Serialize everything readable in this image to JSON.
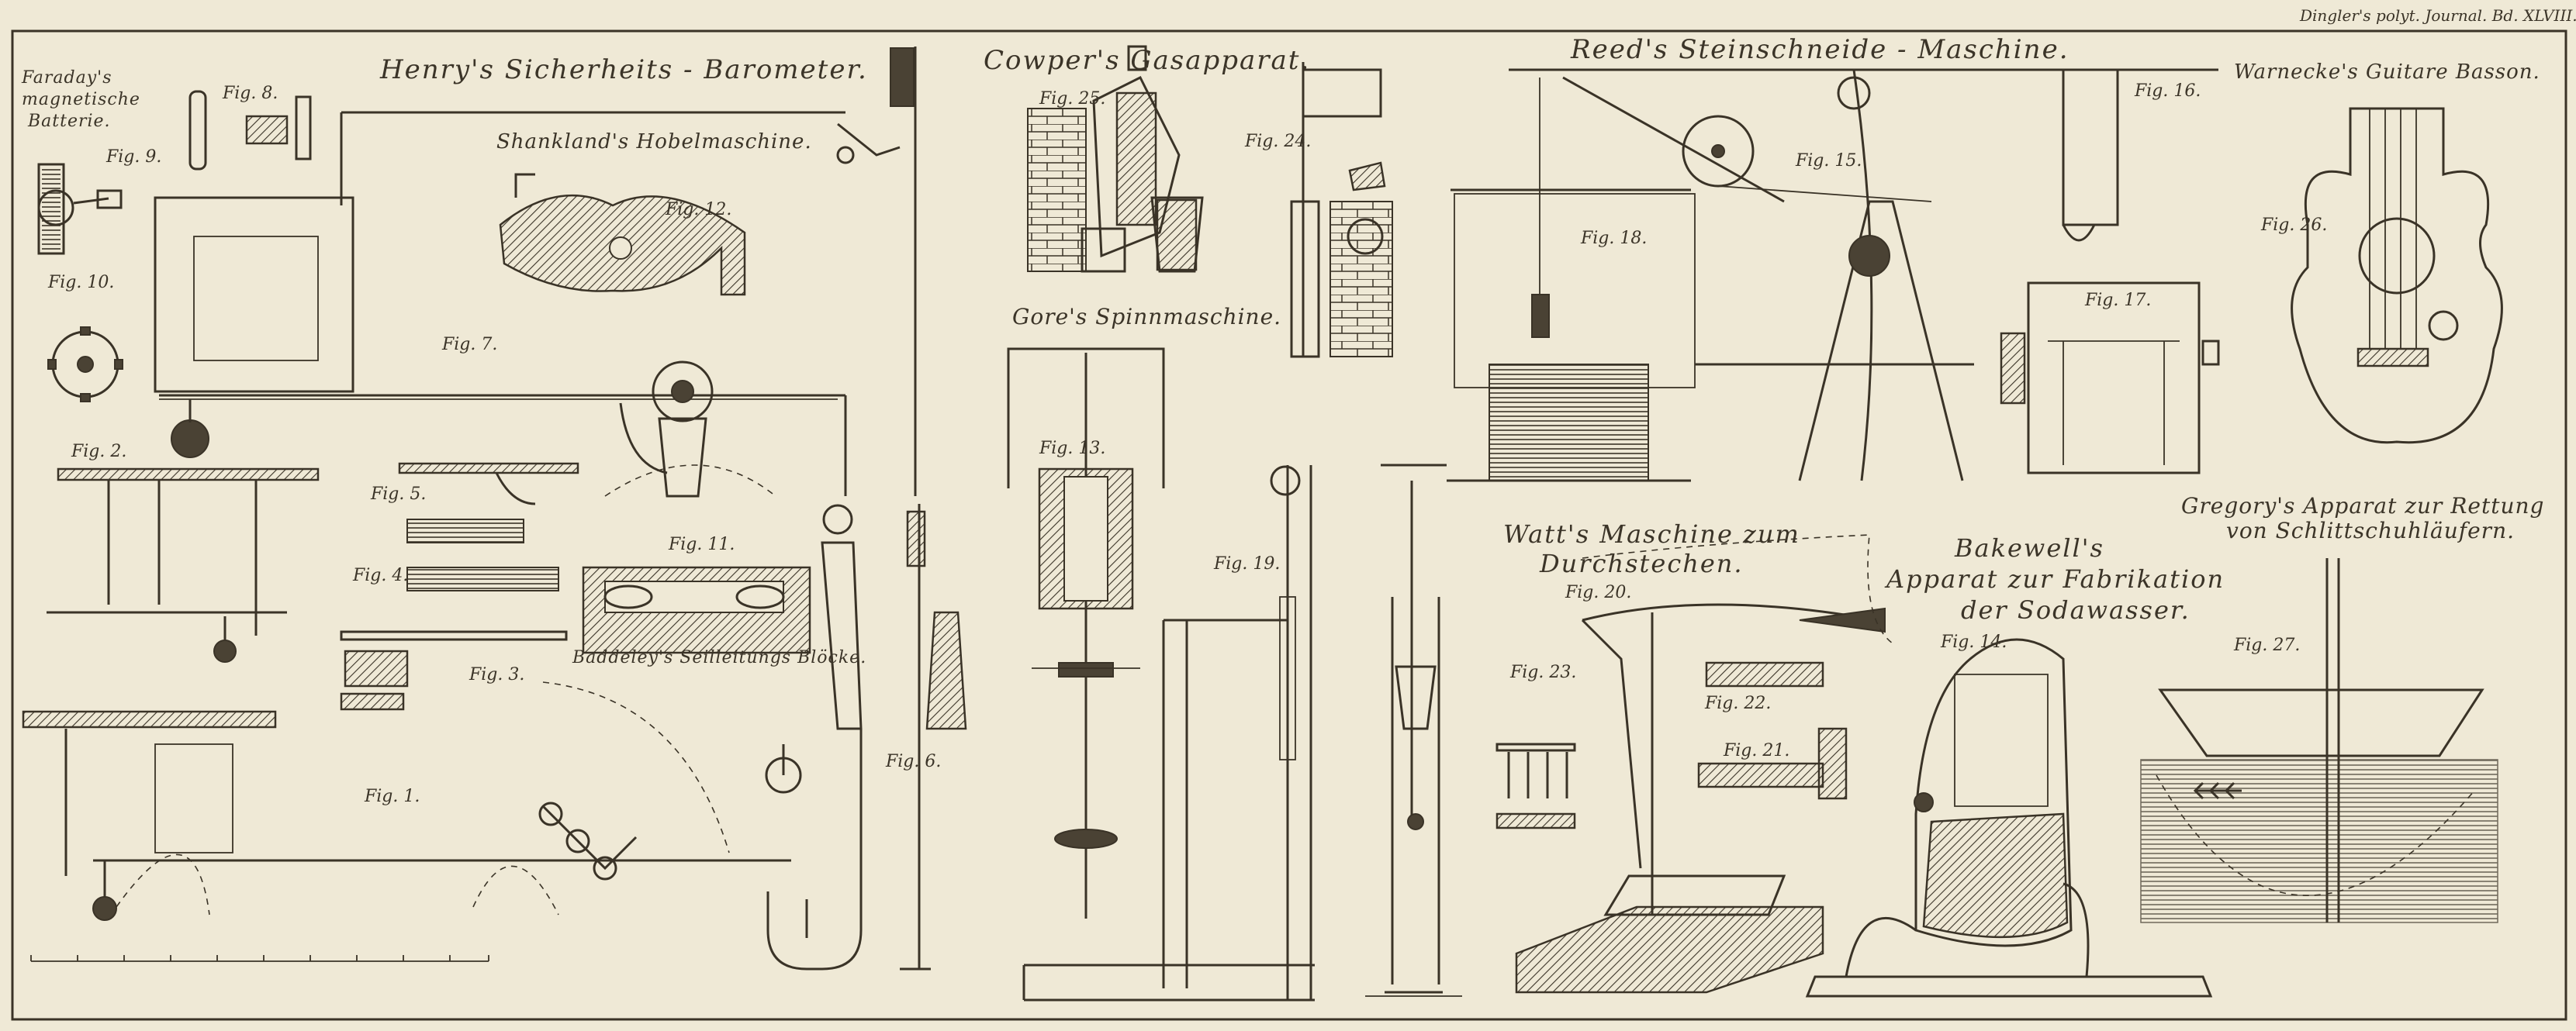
{
  "header": {
    "journal_ref": "Dingler's polyt. Journal. Bd. XLVIII. Tab. II."
  },
  "titles": {
    "faraday": [
      "Faraday's",
      "magnetische",
      "Batterie."
    ],
    "henry": "Henry's Sicherheits - Barometer.",
    "shankland": "Shankland's Hobelmaschine.",
    "cowper": "Cowper's Gasapparat.",
    "gore": "Gore's Spinnmaschine.",
    "reed": "Reed's Steinschneide - Maschine.",
    "warnecke": "Warnecke's Guitare Basson.",
    "baddeley": "Baddeley's Seilleitungs Blöcke.",
    "watt": [
      "Watt's Maschine zum",
      "Durchstechen."
    ],
    "bakewell": [
      "Bakewell's",
      "Apparat zur Fabrikation",
      "der Sodawasser."
    ],
    "gregory": [
      "Gregory's Apparat zur Rettung",
      "von Schlittschuhläufern."
    ]
  },
  "figures": {
    "fig1": "Fig. 1.",
    "fig2": "Fig. 2.",
    "fig3": "Fig. 3.",
    "fig4": "Fig. 4.",
    "fig5": "Fig. 5.",
    "fig6": "Fig. 6.",
    "fig7": "Fig. 7.",
    "fig8": "Fig. 8.",
    "fig9": "Fig. 9.",
    "fig10": "Fig. 10.",
    "fig11": "Fig. 11.",
    "fig12": "Fig. 12.",
    "fig13": "Fig. 13.",
    "fig14": "Fig. 14.",
    "fig15": "Fig. 15.",
    "fig16": "Fig. 16.",
    "fig17": "Fig. 17.",
    "fig18": "Fig. 18.",
    "fig19": "Fig. 19.",
    "fig20": "Fig. 20.",
    "fig21": "Fig. 21.",
    "fig22": "Fig. 22.",
    "fig23": "Fig. 23.",
    "fig24": "Fig. 24.",
    "fig25": "Fig. 25.",
    "fig26": "Fig. 26.",
    "fig27": "Fig. 27."
  },
  "palette": {
    "paper": "#efe9d6",
    "ink": "#3a3327"
  }
}
